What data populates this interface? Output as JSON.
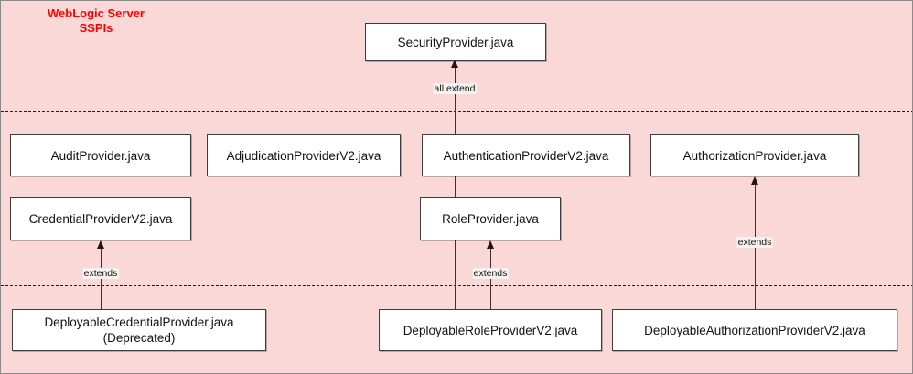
{
  "diagram": {
    "title": "WebLogic Server\nSSPIs",
    "title_color": "#ff0000",
    "background_color": "#fbd8d8",
    "node_fill": "#ffffff",
    "node_border": "#3d3d3d",
    "nodes": [
      {
        "id": "security-provider",
        "label": "SecurityProvider.java"
      },
      {
        "id": "audit-provider",
        "label": "AuditProvider.java"
      },
      {
        "id": "adjudication-provider-v2",
        "label": "AdjudicationProviderV2.java"
      },
      {
        "id": "authentication-provider-v2",
        "label": "AuthenticationProviderV2.java"
      },
      {
        "id": "authorization-provider",
        "label": "AuthorizationProvider.java"
      },
      {
        "id": "credential-provider-v2",
        "label": "CredentialProviderV2.java"
      },
      {
        "id": "role-provider",
        "label": "RoleProvider.java"
      },
      {
        "id": "deployable-credential-provider",
        "label": "DeployableCredentialProvider.java\n(Deprecated)"
      },
      {
        "id": "deployable-role-provider-v2",
        "label": "DeployableRoleProviderV2.java"
      },
      {
        "id": "deployable-authorization-provider-v2",
        "label": "DeployableAuthorizationProviderV2.java"
      }
    ],
    "edge_labels": {
      "all_extend": "all extend",
      "extends_credential": "extends",
      "extends_role": "extends",
      "extends_authorization": "extends"
    }
  }
}
